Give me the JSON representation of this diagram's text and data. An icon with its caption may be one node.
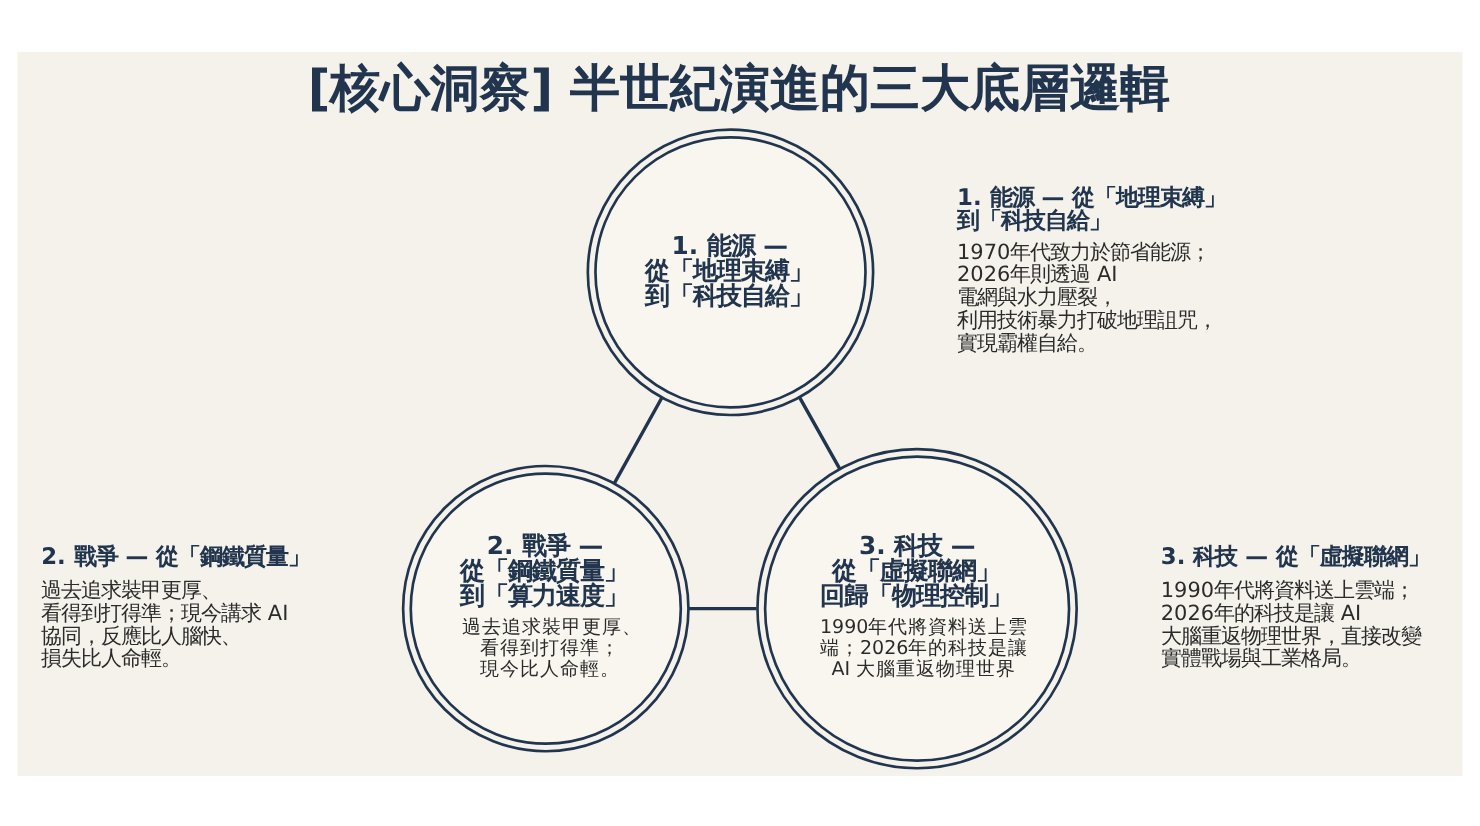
{
  "diagram": {
    "title": "[核心洞察] 半世紀演進的三大底層邏輯",
    "nodes": [
      {
        "text": [
          "1. 能源 — 從「地理束縛」到「科技自給」"
        ],
        "beside": [
          "1. 能源 — 從「地理束縛」到「科技自給」",
          "1970年代致力於節省能源；2026年則透過 AI 電網與水力壓裂，利用技術暴力打破地理詛咒，實現霸權自給。"
        ]
      },
      {
        "text": [
          "2. 戰爭 — 從「鋼鐵質量」到「算力速度」",
          "過去追求裝甲更厚、看得到打得準；現今比人命輕。"
        ],
        "beside": [
          "2. 戰爭 — 從「鋼鐵質量」",
          "過去追求裝甲更厚、看得到打得準；現今講求 AI 協同，反應比人腦快、損失比人命輕。"
        ]
      },
      {
        "text": [
          "3. 科技 — 從「虛擬聯網」回歸「物理控制」",
          "1990年代將資料送上雲端；2026年的科技是讓 AI 大腦重返物理世界"
        ],
        "beside": [
          "3. 科技 — 從「虛擬聯網」",
          "1990年代將資料送上雲端；2026年的科技是讓 AI 大腦重返物理世界，直接改變實體戰場與工業格局。"
        ]
      }
    ],
    "edges": [
      {
        "from": 0,
        "to": 1,
        "arrow": "none"
      },
      {
        "from": 0,
        "to": 2,
        "arrow": "none"
      },
      {
        "from": 1,
        "to": 2,
        "arrow": "none"
      }
    ]
  }
}
